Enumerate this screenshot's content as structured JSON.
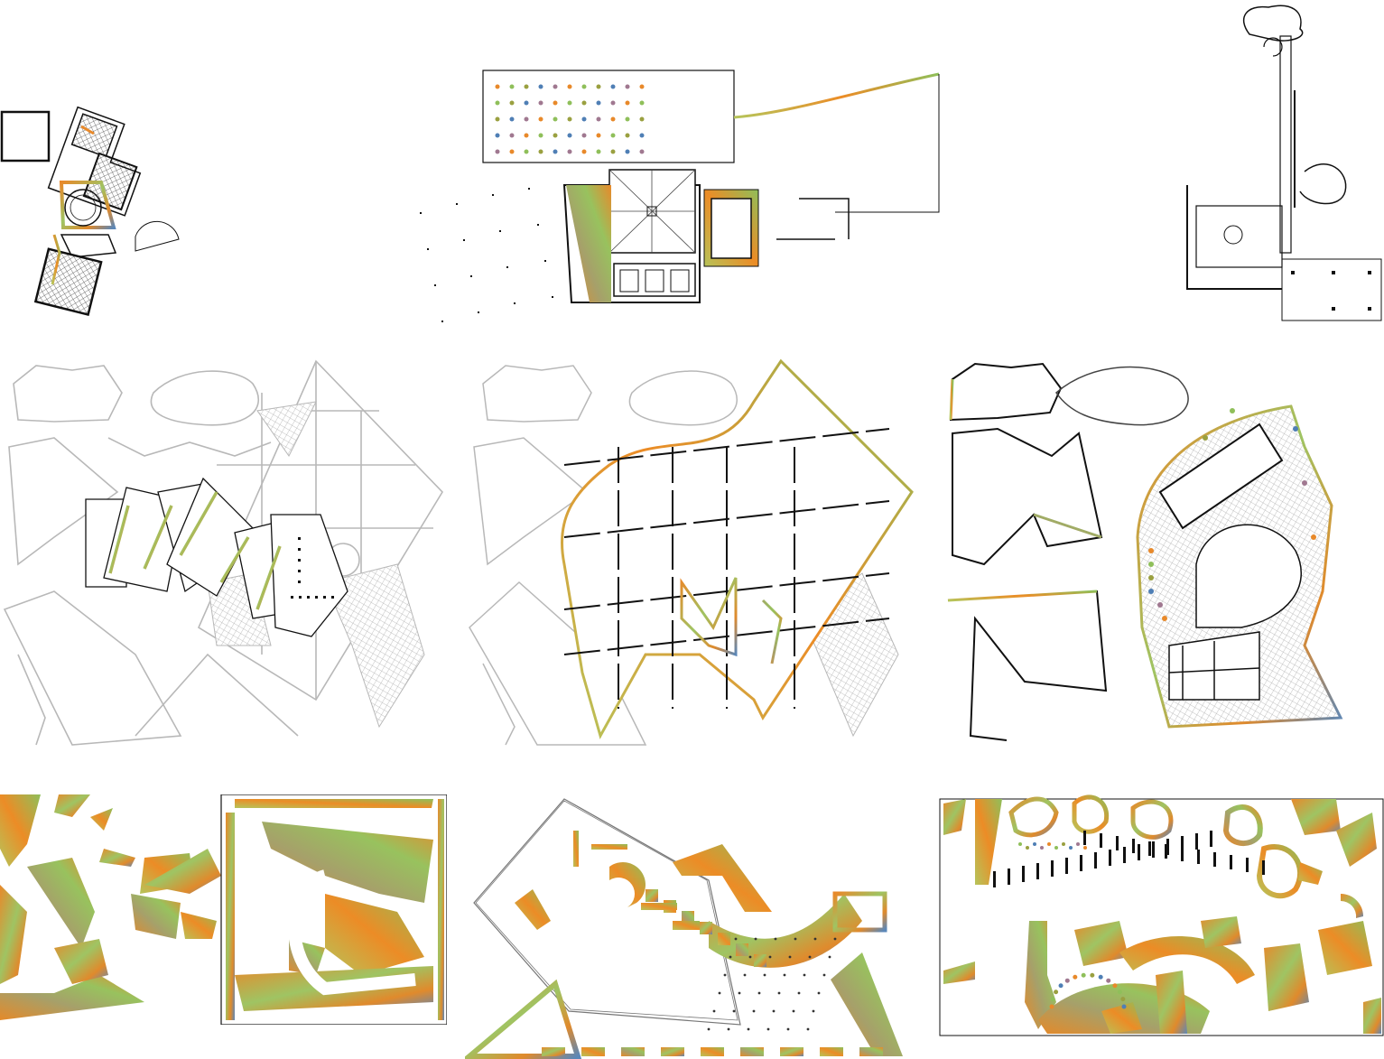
{
  "sheet": {
    "panels": [
      {
        "id": "small-house-plan",
        "row": 1,
        "col": 1
      },
      {
        "id": "courtyard-plan",
        "row": 1,
        "col": 2
      },
      {
        "id": "linear-house-plan",
        "row": 1,
        "col": 3
      },
      {
        "id": "overlay-fragment-plan",
        "row": 2,
        "col": 1
      },
      {
        "id": "overlay-grid-plan",
        "row": 2,
        "col": 2
      },
      {
        "id": "combined-ground-plan",
        "row": 2,
        "col": 3
      },
      {
        "id": "solid-void-pattern-a",
        "row": 3,
        "col": 1
      },
      {
        "id": "solid-void-pattern-b",
        "row": 3,
        "col": 2
      },
      {
        "id": "solid-void-pattern-c",
        "row": 3,
        "col": 3
      }
    ]
  },
  "colors": {
    "background": "#ffffff",
    "ink": "#111111",
    "faint": "#b8b8b8",
    "orange": "#e8892a",
    "green": "#8fbf5a",
    "olive": "#9aa040",
    "blue": "#4f7fb5",
    "mauve": "#a07890"
  }
}
